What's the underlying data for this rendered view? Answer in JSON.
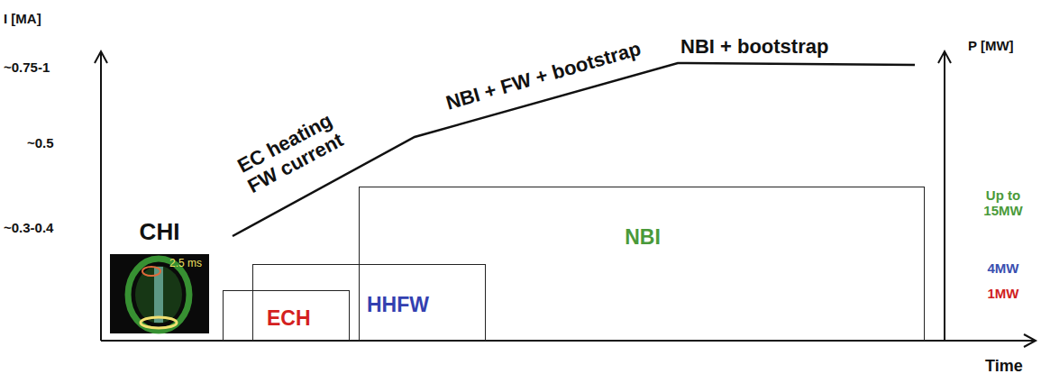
{
  "diagram": {
    "nodes": [
      {
        "text": [
          "ECH"
        ]
      },
      {
        "text": [
          "HHFW"
        ]
      },
      {
        "text": [
          "NBI"
        ]
      }
    ],
    "labels": [
      "I [MA]",
      "~0.75-1",
      "~0.5",
      "~0.3-0.4",
      "CHI",
      "2.5 ms",
      "EC heating FW current",
      "NBI + FW + bootstrap",
      "NBI + bootstrap",
      "P [MW]",
      "Up to 15MW",
      "4MW",
      "1MW",
      "Time"
    ]
  }
}
